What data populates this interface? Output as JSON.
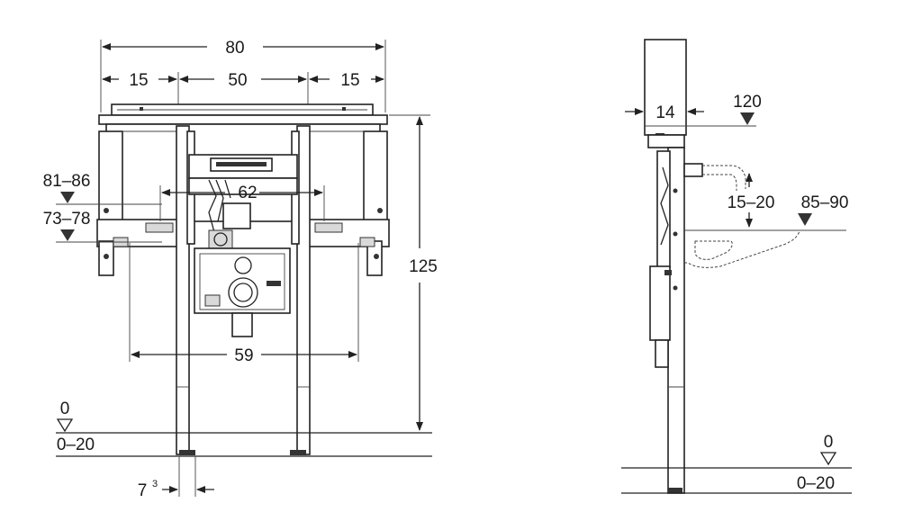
{
  "front_view": {
    "dims": {
      "overall_width": "80",
      "left_bracket": "15",
      "center_width": "50",
      "right_bracket": "15",
      "bracket_spacing": "62",
      "lower_spacing": "59",
      "total_height": "125",
      "leg_width": "7",
      "leg_width_sup": "3",
      "level_upper": "81–86",
      "level_lower": "73–78",
      "floor_zero": "0",
      "floor_range": "0–20"
    }
  },
  "side_view": {
    "dims": {
      "depth": "14",
      "top_level": "120",
      "spout_offset": "15–20",
      "basin_level": "85–90",
      "floor_zero": "0",
      "floor_range": "0–20"
    }
  }
}
